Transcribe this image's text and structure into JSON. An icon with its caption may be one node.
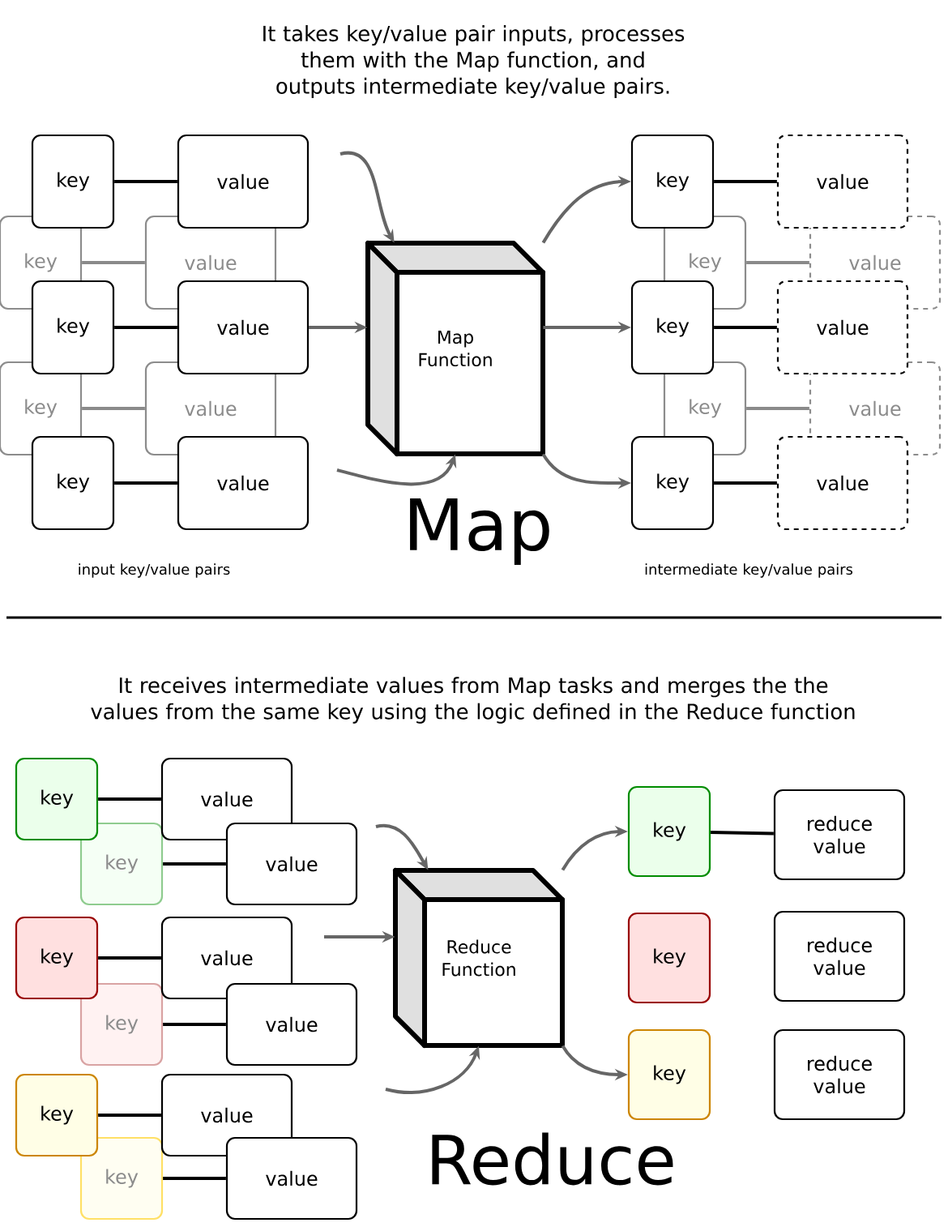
{
  "diagram": {
    "nodes": [
      {
        "text": [
          "key"
        ]
      },
      {
        "text": [
          "value"
        ]
      },
      {
        "text": [
          "key"
        ]
      },
      {
        "text": [
          "value"
        ]
      },
      {
        "text": [
          "key"
        ]
      },
      {
        "text": [
          "value"
        ]
      },
      {
        "text": [
          "key"
        ]
      },
      {
        "text": [
          "value"
        ]
      },
      {
        "text": [
          "key"
        ]
      },
      {
        "text": [
          "value"
        ]
      },
      {
        "text": [
          "Map Function"
        ]
      },
      {
        "text": [
          "key"
        ]
      },
      {
        "text": [
          "value"
        ]
      },
      {
        "text": [
          "key"
        ]
      },
      {
        "text": [
          "value"
        ]
      },
      {
        "text": [
          "key"
        ]
      },
      {
        "text": [
          "value"
        ]
      },
      {
        "text": [
          "key"
        ]
      },
      {
        "text": [
          "value"
        ]
      },
      {
        "text": [
          "key"
        ]
      },
      {
        "text": [
          "value"
        ]
      },
      {
        "text": [
          "key"
        ]
      },
      {
        "text": [
          "value"
        ]
      },
      {
        "text": [
          "key"
        ]
      },
      {
        "text": [
          "value"
        ]
      },
      {
        "text": [
          "key"
        ]
      },
      {
        "text": [
          "value"
        ]
      },
      {
        "text": [
          "key"
        ]
      },
      {
        "text": [
          "value"
        ]
      },
      {
        "text": [
          "key"
        ]
      },
      {
        "text": [
          "value"
        ]
      },
      {
        "text": [
          "key"
        ]
      },
      {
        "text": [
          "value"
        ]
      },
      {
        "text": [
          "Reduce Function"
        ]
      },
      {
        "text": [
          "key"
        ]
      },
      {
        "text": [
          "reduce value"
        ]
      },
      {
        "text": [
          "key"
        ]
      },
      {
        "text": [
          "reduce value"
        ]
      },
      {
        "text": [
          "key"
        ]
      },
      {
        "text": [
          "reduce value"
        ]
      }
    ],
    "edges": [
      {
        "from": 0,
        "to": 1,
        "arrow": "none"
      },
      {
        "from": 2,
        "to": 3,
        "arrow": "none",
        "color": "#8a8a8a"
      },
      {
        "from": 4,
        "to": 5,
        "arrow": "none"
      },
      {
        "from": 6,
        "to": 7,
        "arrow": "none",
        "color": "#8a8a8a"
      },
      {
        "from": 8,
        "to": 9,
        "arrow": "none"
      },
      {
        "from": null,
        "to": 10,
        "arrow": "to",
        "color": "#666666"
      },
      {
        "from": 5,
        "to": 10,
        "arrow": "to",
        "color": "#666666"
      },
      {
        "from": null,
        "to": 10,
        "arrow": "to",
        "color": "#666666"
      },
      {
        "from": 10,
        "to": 11,
        "arrow": "to",
        "color": "#666666"
      },
      {
        "from": 10,
        "to": 15,
        "arrow": "to",
        "color": "#666666"
      },
      {
        "from": 10,
        "to": 19,
        "arrow": "to",
        "color": "#666666"
      },
      {
        "from": 11,
        "to": 12,
        "arrow": "none"
      },
      {
        "from": 13,
        "to": 14,
        "arrow": "none",
        "color": "#8a8a8a"
      },
      {
        "from": 15,
        "to": 16,
        "arrow": "none"
      },
      {
        "from": 17,
        "to": 18,
        "arrow": "none",
        "color": "#8a8a8a"
      },
      {
        "from": 19,
        "to": 20,
        "arrow": "none"
      },
      {
        "from": 21,
        "to": 22,
        "arrow": "none"
      },
      {
        "from": 23,
        "to": 24,
        "arrow": "none"
      },
      {
        "from": 25,
        "to": 26,
        "arrow": "none"
      },
      {
        "from": 27,
        "to": 28,
        "arrow": "none"
      },
      {
        "from": 29,
        "to": 30,
        "arrow": "none"
      },
      {
        "from": 31,
        "to": 32,
        "arrow": "none"
      },
      {
        "from": null,
        "to": 33,
        "arrow": "to",
        "color": "#666666"
      },
      {
        "from": null,
        "to": 33,
        "arrow": "to",
        "color": "#666666"
      },
      {
        "from": null,
        "to": 33,
        "arrow": "to",
        "color": "#666666"
      },
      {
        "from": 33,
        "to": 34,
        "arrow": "to",
        "color": "#666666"
      },
      {
        "from": 33,
        "to": 38,
        "arrow": "to",
        "color": "#666666"
      },
      {
        "from": 34,
        "to": 35,
        "arrow": "none"
      }
    ],
    "labels": [
      "It takes key/value pair inputs, processes them with the Map function, and outputs intermediate key/value pairs.",
      "input key/value pairs",
      "Map",
      "intermediate key/value pairs",
      "It receives intermediate values from Map tasks and merges the the values from the same key using the logic defined in the Reduce function",
      "Reduce"
    ]
  }
}
